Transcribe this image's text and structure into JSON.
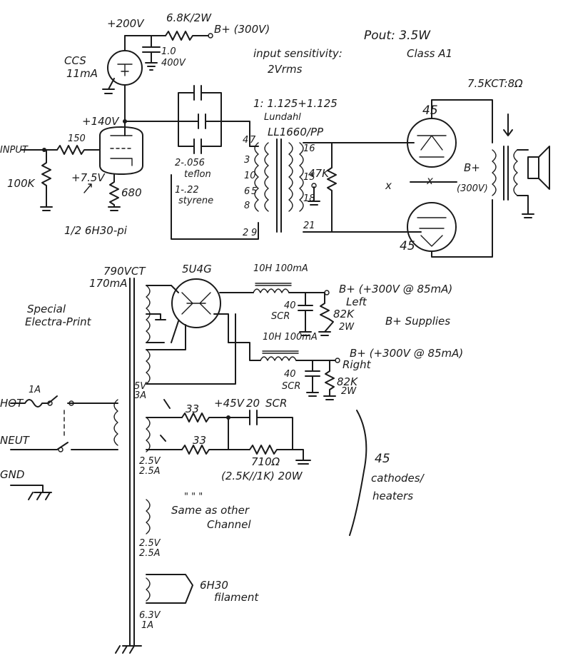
{
  "labels": {
    "top_supply": "+200V",
    "dropping_resistor": "6.8K/2W",
    "bplus_300": "B+ (300V)",
    "cap_1uf": "1.0",
    "cap_1uf_voltage": "400V",
    "ccs": "CCS",
    "ccs_current": "11mA",
    "input_sensitivity": "input sensitivity:",
    "input_sensitivity_value": "2Vrms",
    "pout": "Pout: 3.5W",
    "class": "Class A1",
    "ratio": "1: 1.125+1.125",
    "lundahl": "Lundahl",
    "transformer_model": "LL1660/PP",
    "plate_voltage": "+140V",
    "input": "INPUT",
    "grid_stopper": "150",
    "input_resistor": "100K",
    "cathode_voltage": "+7.5V",
    "cathode_resistor": "680",
    "driver_tube": "1/2 6H30-pi",
    "teflon_cap": "2-.056",
    "teflon": "teflon",
    "styrene_cap": "1-.22",
    "styrene": "styrene",
    "pin_4": "4",
    "pin_7": "7",
    "pin_3": "3",
    "pin_10": "10",
    "pin_6": "6",
    "pin_5": "5",
    "pin_8": "8",
    "pin_2": "2",
    "pin_9": "9",
    "pin_16": "16",
    "pin_15": "15",
    "pin_18": "18",
    "pin_21": "21",
    "grid_resistor": "47K",
    "output_tube_top": "45",
    "output_tube_bottom": "45",
    "output_transformer": "7.5KCT:8Ω",
    "bplus_center": "B+",
    "bplus_center_voltage": "(300V)",
    "mark_x": "x"
  },
  "supply": {
    "power_transformer": "790VCT",
    "power_current": "170mA",
    "special": "Special",
    "electra_print": "Electra-Print",
    "rectifier": "5U4G",
    "choke_left": "10H 100mA",
    "bplus_left": "B+ (+300V @ 85mA)",
    "left": "Left",
    "cap_left": "40",
    "scr_left": "SCR",
    "bleeder_left": "82K",
    "bleeder_left_w": "2W",
    "bplus_supplies": "B+ Supplies",
    "choke_right": "10H 100mA",
    "bplus_right": "B+ (+300V @ 85mA)",
    "right": "Right",
    "cap_right": "40",
    "scr_right": "SCR",
    "bleeder_right": "82K",
    "bleeder_right_w": "2W",
    "rect_heater_v": "5V",
    "rect_heater_a": "3A",
    "hot": "HOT",
    "fuse": "1A",
    "neut": "NEUT",
    "gnd": "GND",
    "hum_res_top": "33",
    "hum_res_bottom": "33",
    "heater_bias": "+45V",
    "heater_cap": "20",
    "heater_cap_scr": "SCR",
    "heater_res": "710Ω",
    "heater_res_detail": "(2.5K//1K) 20W",
    "heater1_v": "2.5V",
    "heater1_a": "2.5A",
    "cathodes_heaters_1": "45",
    "cathodes_heaters_2": "cathodes/",
    "cathodes_heaters_3": "heaters",
    "same_marks": "\"      \"      \"",
    "same_as": "Same as other",
    "channel": "Channel",
    "heater2_v": "2.5V",
    "heater2_a": "2.5A",
    "filament_tube": "6H30",
    "filament": "filament",
    "filament_v": "6.3V",
    "filament_a": "1A"
  }
}
